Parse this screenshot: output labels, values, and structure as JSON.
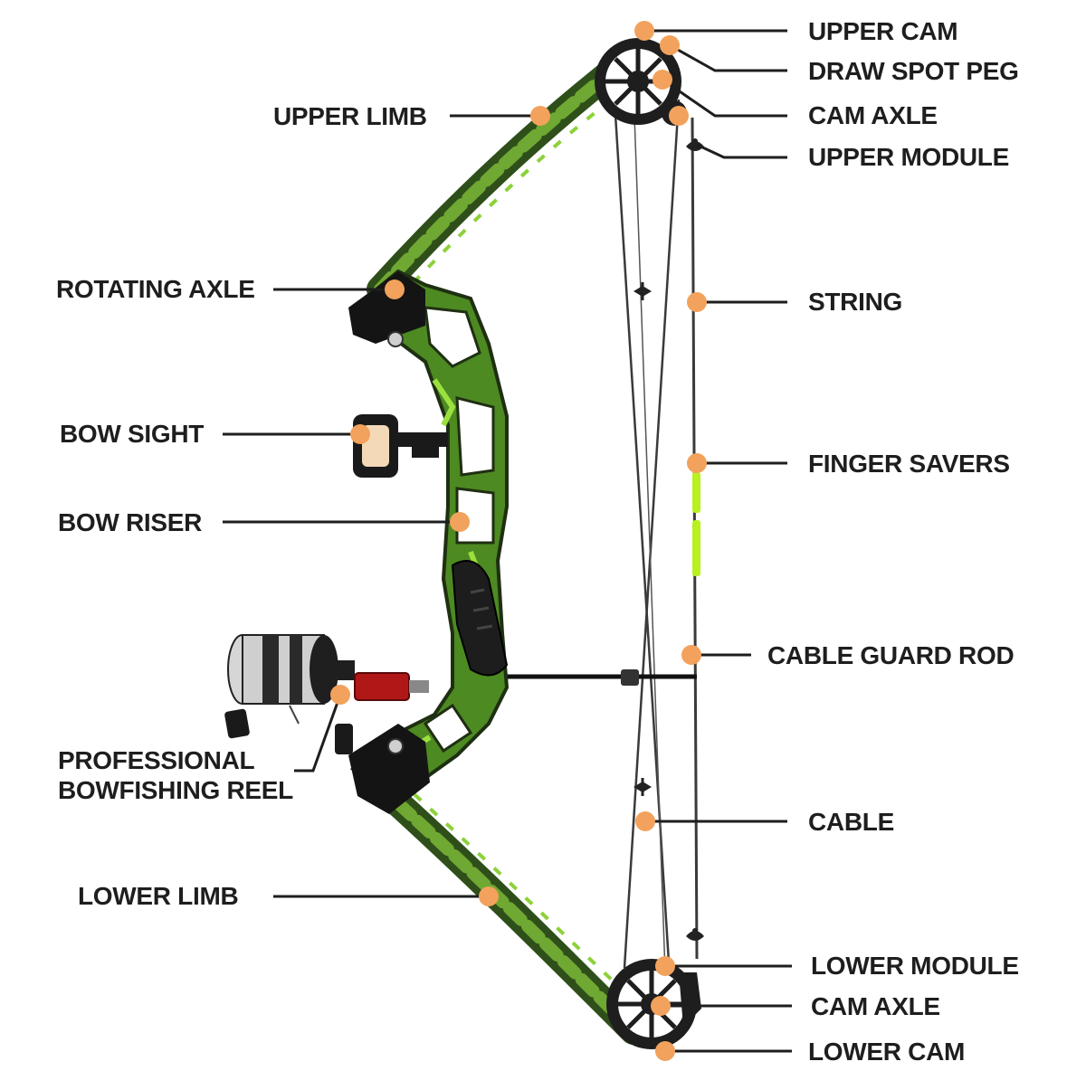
{
  "diagram": {
    "accent_color": "#f2a25c",
    "leader_color": "#1e1e1e",
    "limb_color": "#3a6b1e",
    "limb_highlight": "#8cd13a",
    "string_color": "#3a3a3a",
    "reel_color": "#b01818",
    "labels": {
      "upper_cam": "UPPER CAM",
      "draw_spot_peg": "DRAW SPOT PEG",
      "cam_axle_upper": "CAM AXLE",
      "upper_module": "UPPER MODULE",
      "upper_limb": "UPPER LIMB",
      "rotating_axle": "ROTATING AXLE",
      "string": "STRING",
      "bow_sight": "BOW SIGHT",
      "finger_savers": "FINGER SAVERS",
      "bow_riser": "BOW RISER",
      "cable_guard_rod": "CABLE GUARD ROD",
      "reel_line1": "PROFESSIONAL",
      "reel_line2": "BOWFISHING REEL",
      "cable": "CABLE",
      "lower_limb": "LOWER LIMB",
      "lower_module": "LOWER MODULE",
      "cam_axle_lower": "CAM AXLE",
      "lower_cam": "LOWER CAM"
    }
  }
}
